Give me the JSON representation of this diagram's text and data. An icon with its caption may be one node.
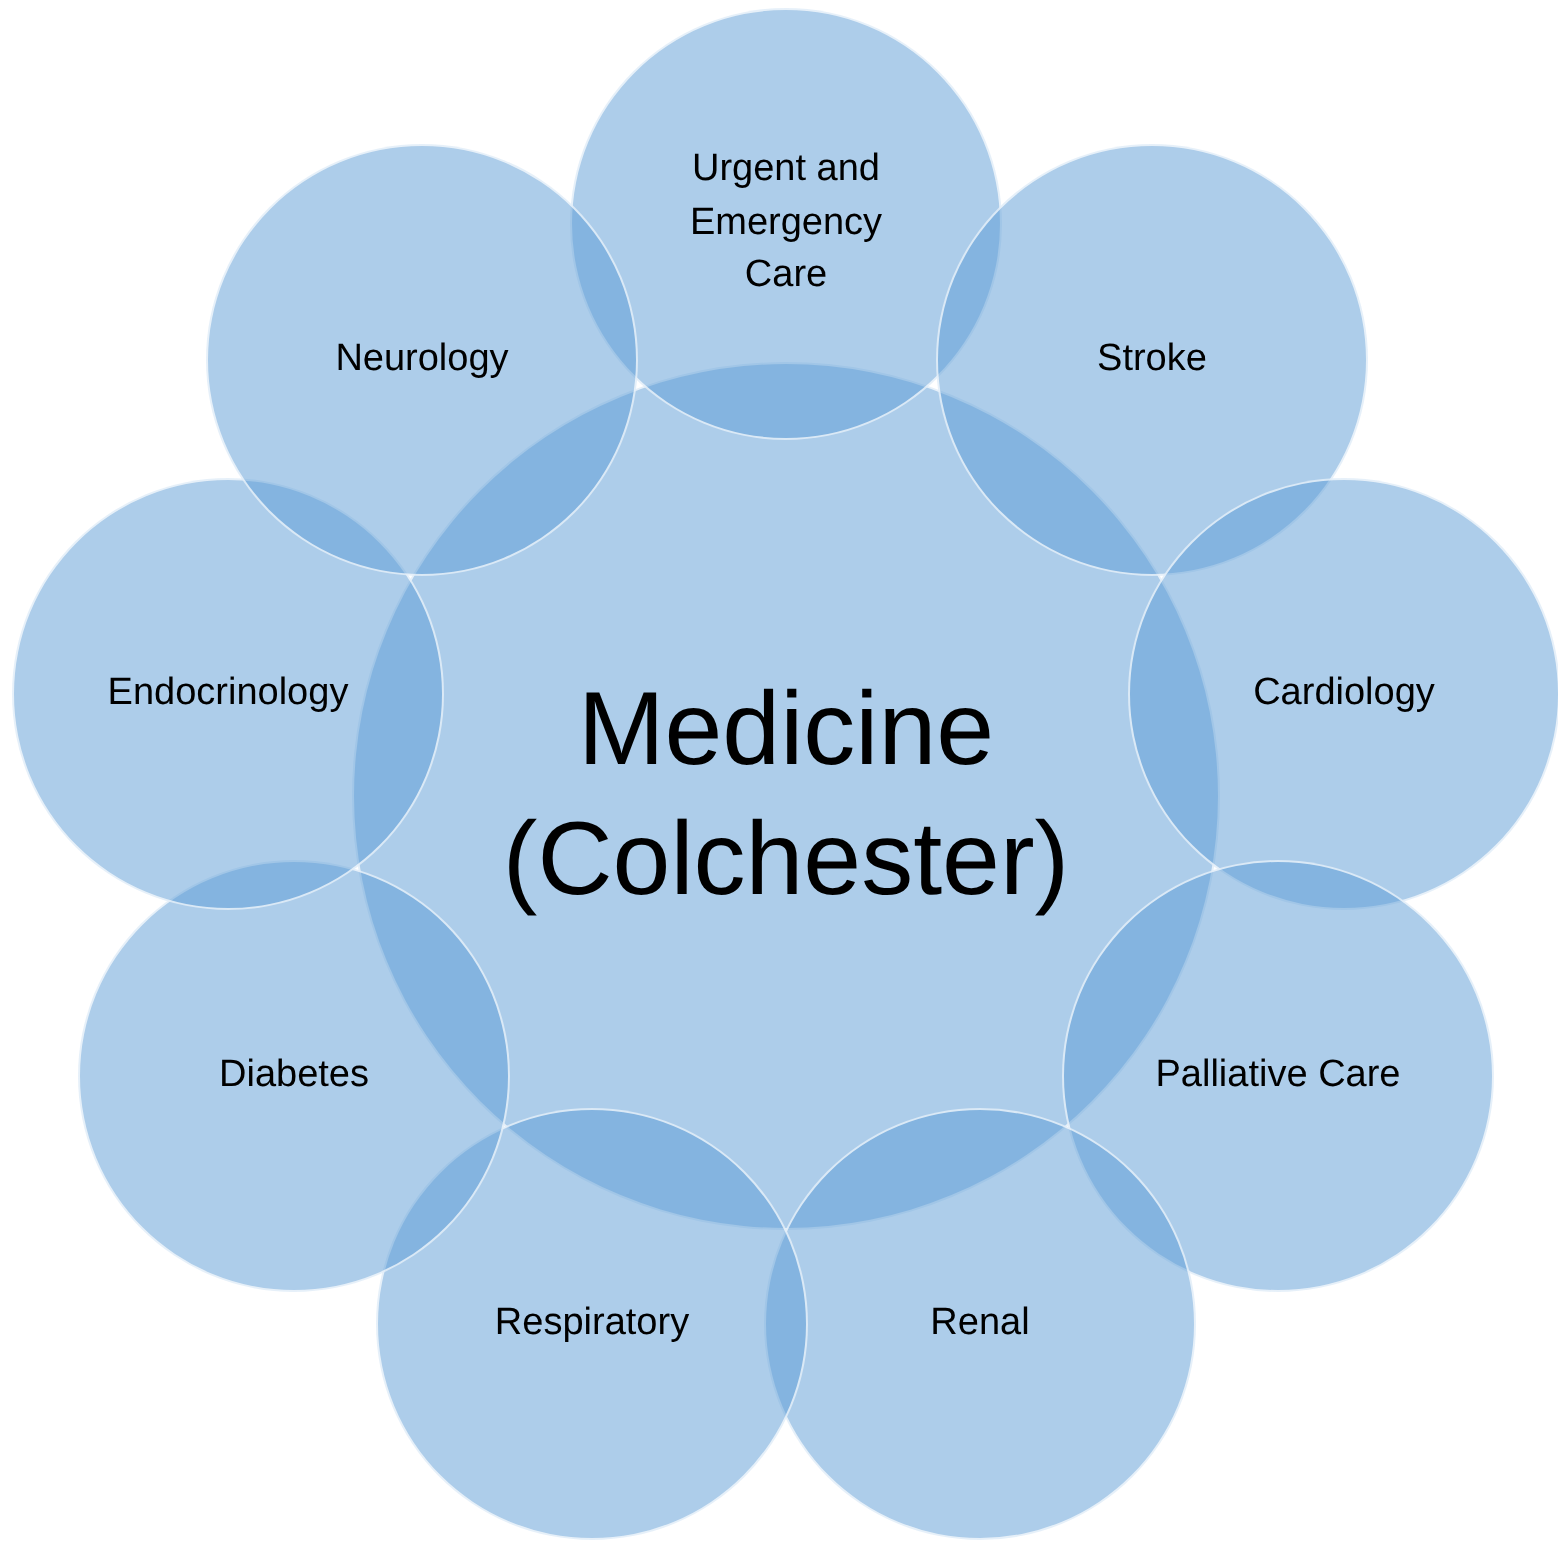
{
  "diagram": {
    "nodes": [
      {
        "text": [
          "Medicine (Colchester)"
        ]
      },
      {
        "text": [
          "Urgent and Emergency Care"
        ]
      },
      {
        "text": [
          "Stroke"
        ]
      },
      {
        "text": [
          "Cardiology"
        ]
      },
      {
        "text": [
          "Palliative Care"
        ]
      },
      {
        "text": [
          "Renal"
        ]
      },
      {
        "text": [
          "Respiratory"
        ]
      },
      {
        "text": [
          "Diabetes"
        ]
      },
      {
        "text": [
          "Endocrinology"
        ]
      },
      {
        "text": [
          "Neurology"
        ]
      }
    ]
  }
}
